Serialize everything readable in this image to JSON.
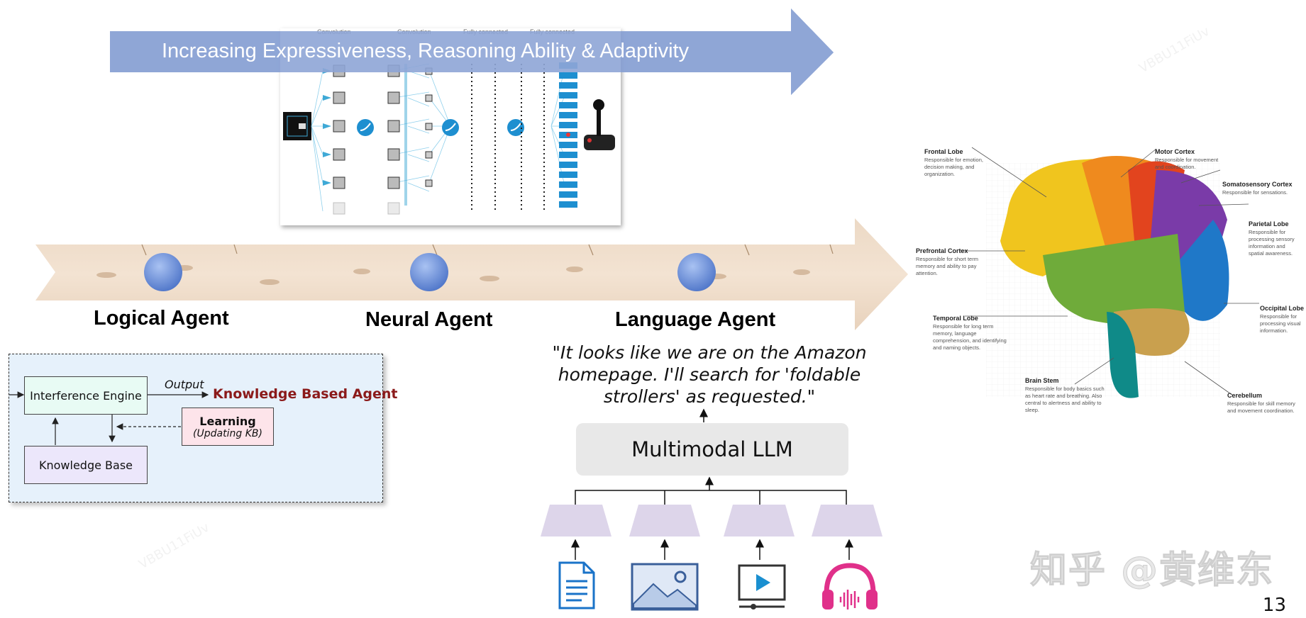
{
  "top_arrow": {
    "label": "Increasing Expressiveness, Reasoning Ability & Adaptivity",
    "color": "#8ea5d6"
  },
  "neural_net": {
    "layer_headers": [
      "Convolution",
      "Convolution",
      "Fully connected",
      "Fully connected"
    ]
  },
  "timeline": {
    "agents": [
      "Logical Agent",
      "Neural Agent",
      "Language Agent"
    ],
    "node_color": "#6a8fd8"
  },
  "brain": {
    "regions": [
      {
        "title": "Frontal Lobe",
        "desc": "Responsible for emotion, decision making, and organization."
      },
      {
        "title": "Motor Cortex",
        "desc": "Responsible for movement and coordination."
      },
      {
        "title": "Somatosensory Cortex",
        "desc": "Responsible for sensations."
      },
      {
        "title": "Parietal Lobe",
        "desc": "Responsible for processing sensory information and spatial awareness."
      },
      {
        "title": "Prefrontal Cortex",
        "desc": "Responsible for short term memory and ability to pay attention."
      },
      {
        "title": "Occipital Lobe",
        "desc": "Responsible for processing visual information."
      },
      {
        "title": "Temporal Lobe",
        "desc": "Responsible for long term memory, language comprehension, and identifying and naming objects."
      },
      {
        "title": "Brain Stem",
        "desc": "Responsible for body basics such as heart rate and breathing. Also central to alertness and ability to sleep."
      },
      {
        "title": "Cerebellum",
        "desc": "Responsible for skill memory and movement coordination."
      }
    ]
  },
  "kb_diagram": {
    "inference_engine": "Interference Engine",
    "output_label": "Output",
    "agent_label": "Knowledge Based Agent",
    "learning_title": "Learning",
    "learning_sub": "(Updating KB)",
    "knowledge_base": "Knowledge Base",
    "agent_color": "#8b1a1a"
  },
  "language_agent": {
    "quote": "\"It looks like we are on the Amazon homepage. I'll search for 'foldable strollers' as requested.\"",
    "llm_label": "Multimodal LLM",
    "modalities": [
      "document-icon",
      "image-icon",
      "video-icon",
      "audio-icon"
    ]
  },
  "watermark": "知乎 @黄维东",
  "page_number": "13"
}
